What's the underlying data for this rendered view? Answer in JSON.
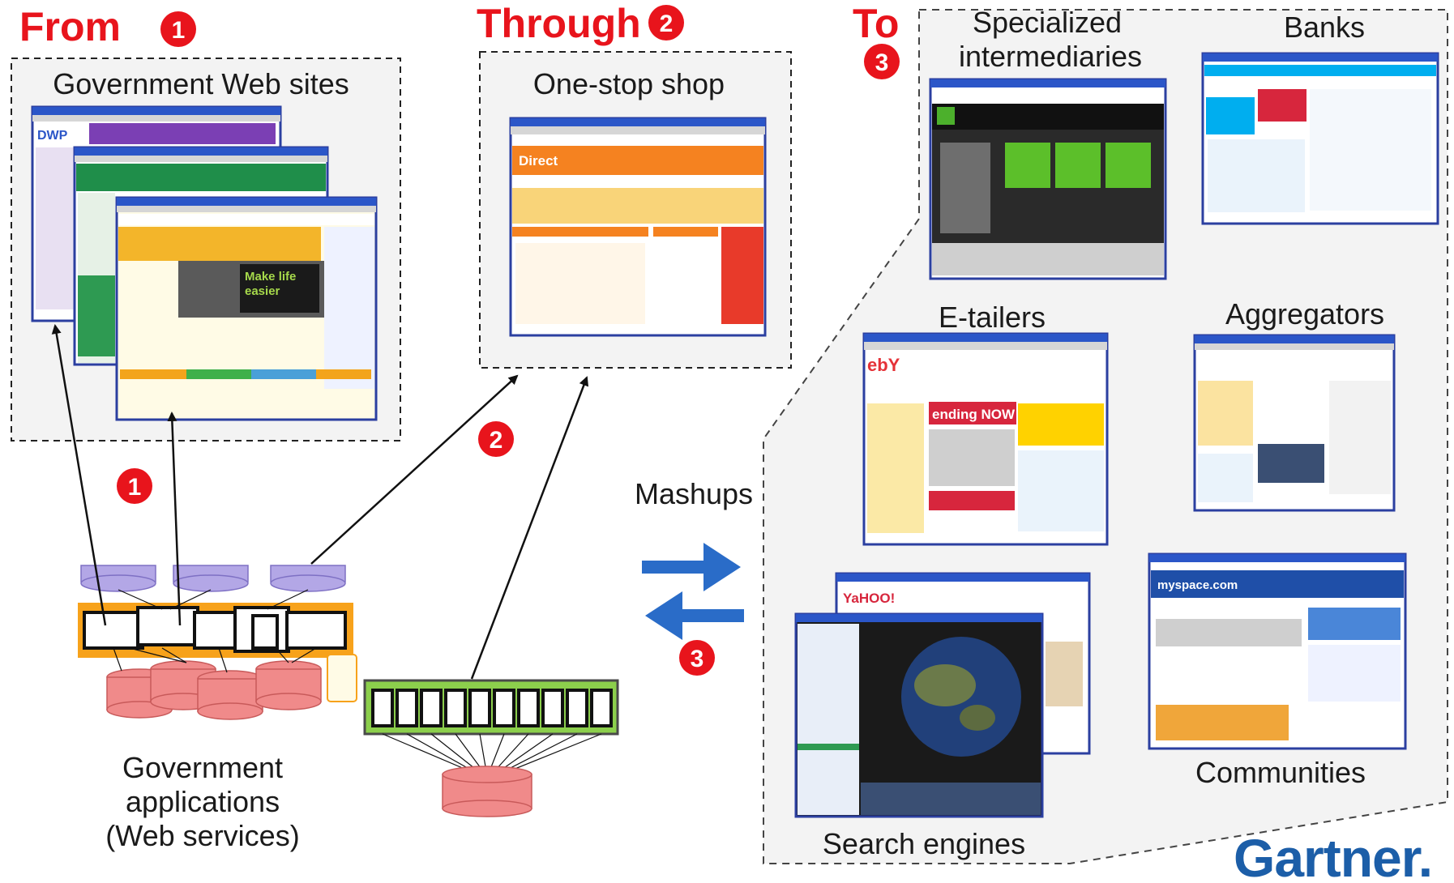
{
  "headings": {
    "from": "From",
    "through": "Through",
    "to": "To"
  },
  "markers": {
    "one": "1",
    "two": "2",
    "three": "3"
  },
  "labels": {
    "government_web_sites": "Government Web sites",
    "one_stop_shop": "One-stop shop",
    "specialized_line1": "Specialized",
    "specialized_line2": "intermediaries",
    "banks": "Banks",
    "etailers": "E-tailers",
    "aggregators": "Aggregators",
    "mashups": "Mashups",
    "communities": "Communities",
    "search_engines": "Search engines",
    "gov_apps_line1": "Government",
    "gov_apps_line2": "applications",
    "gov_apps_line3": "(Web services)"
  },
  "screenshot_text": {
    "dwp": "DWP",
    "direct": "Direct",
    "ebay": "ebY",
    "ending_now": "ending NOW",
    "yahoo": "YaHOO!",
    "myspace": "myspace.com",
    "make_life": "Make life",
    "easier": "easier"
  },
  "logo": "Gartner.",
  "colors": {
    "red": "#e8141c",
    "blue_arrow": "#2a6cc8",
    "gartner_blue": "#1c5ea8",
    "orange_bar": "#f7a21b",
    "green_bar": "#8ccf4c",
    "db_red": "#f08a8a",
    "purple_node": "#b3a7e6"
  }
}
